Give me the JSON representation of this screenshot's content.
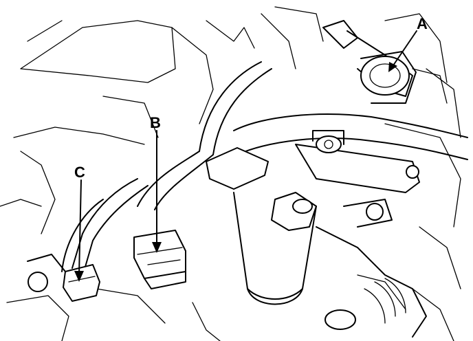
{
  "callouts": [
    {
      "id": "A",
      "label": "A"
    },
    {
      "id": "B",
      "label": "B"
    },
    {
      "id": "C",
      "label": "C"
    }
  ]
}
